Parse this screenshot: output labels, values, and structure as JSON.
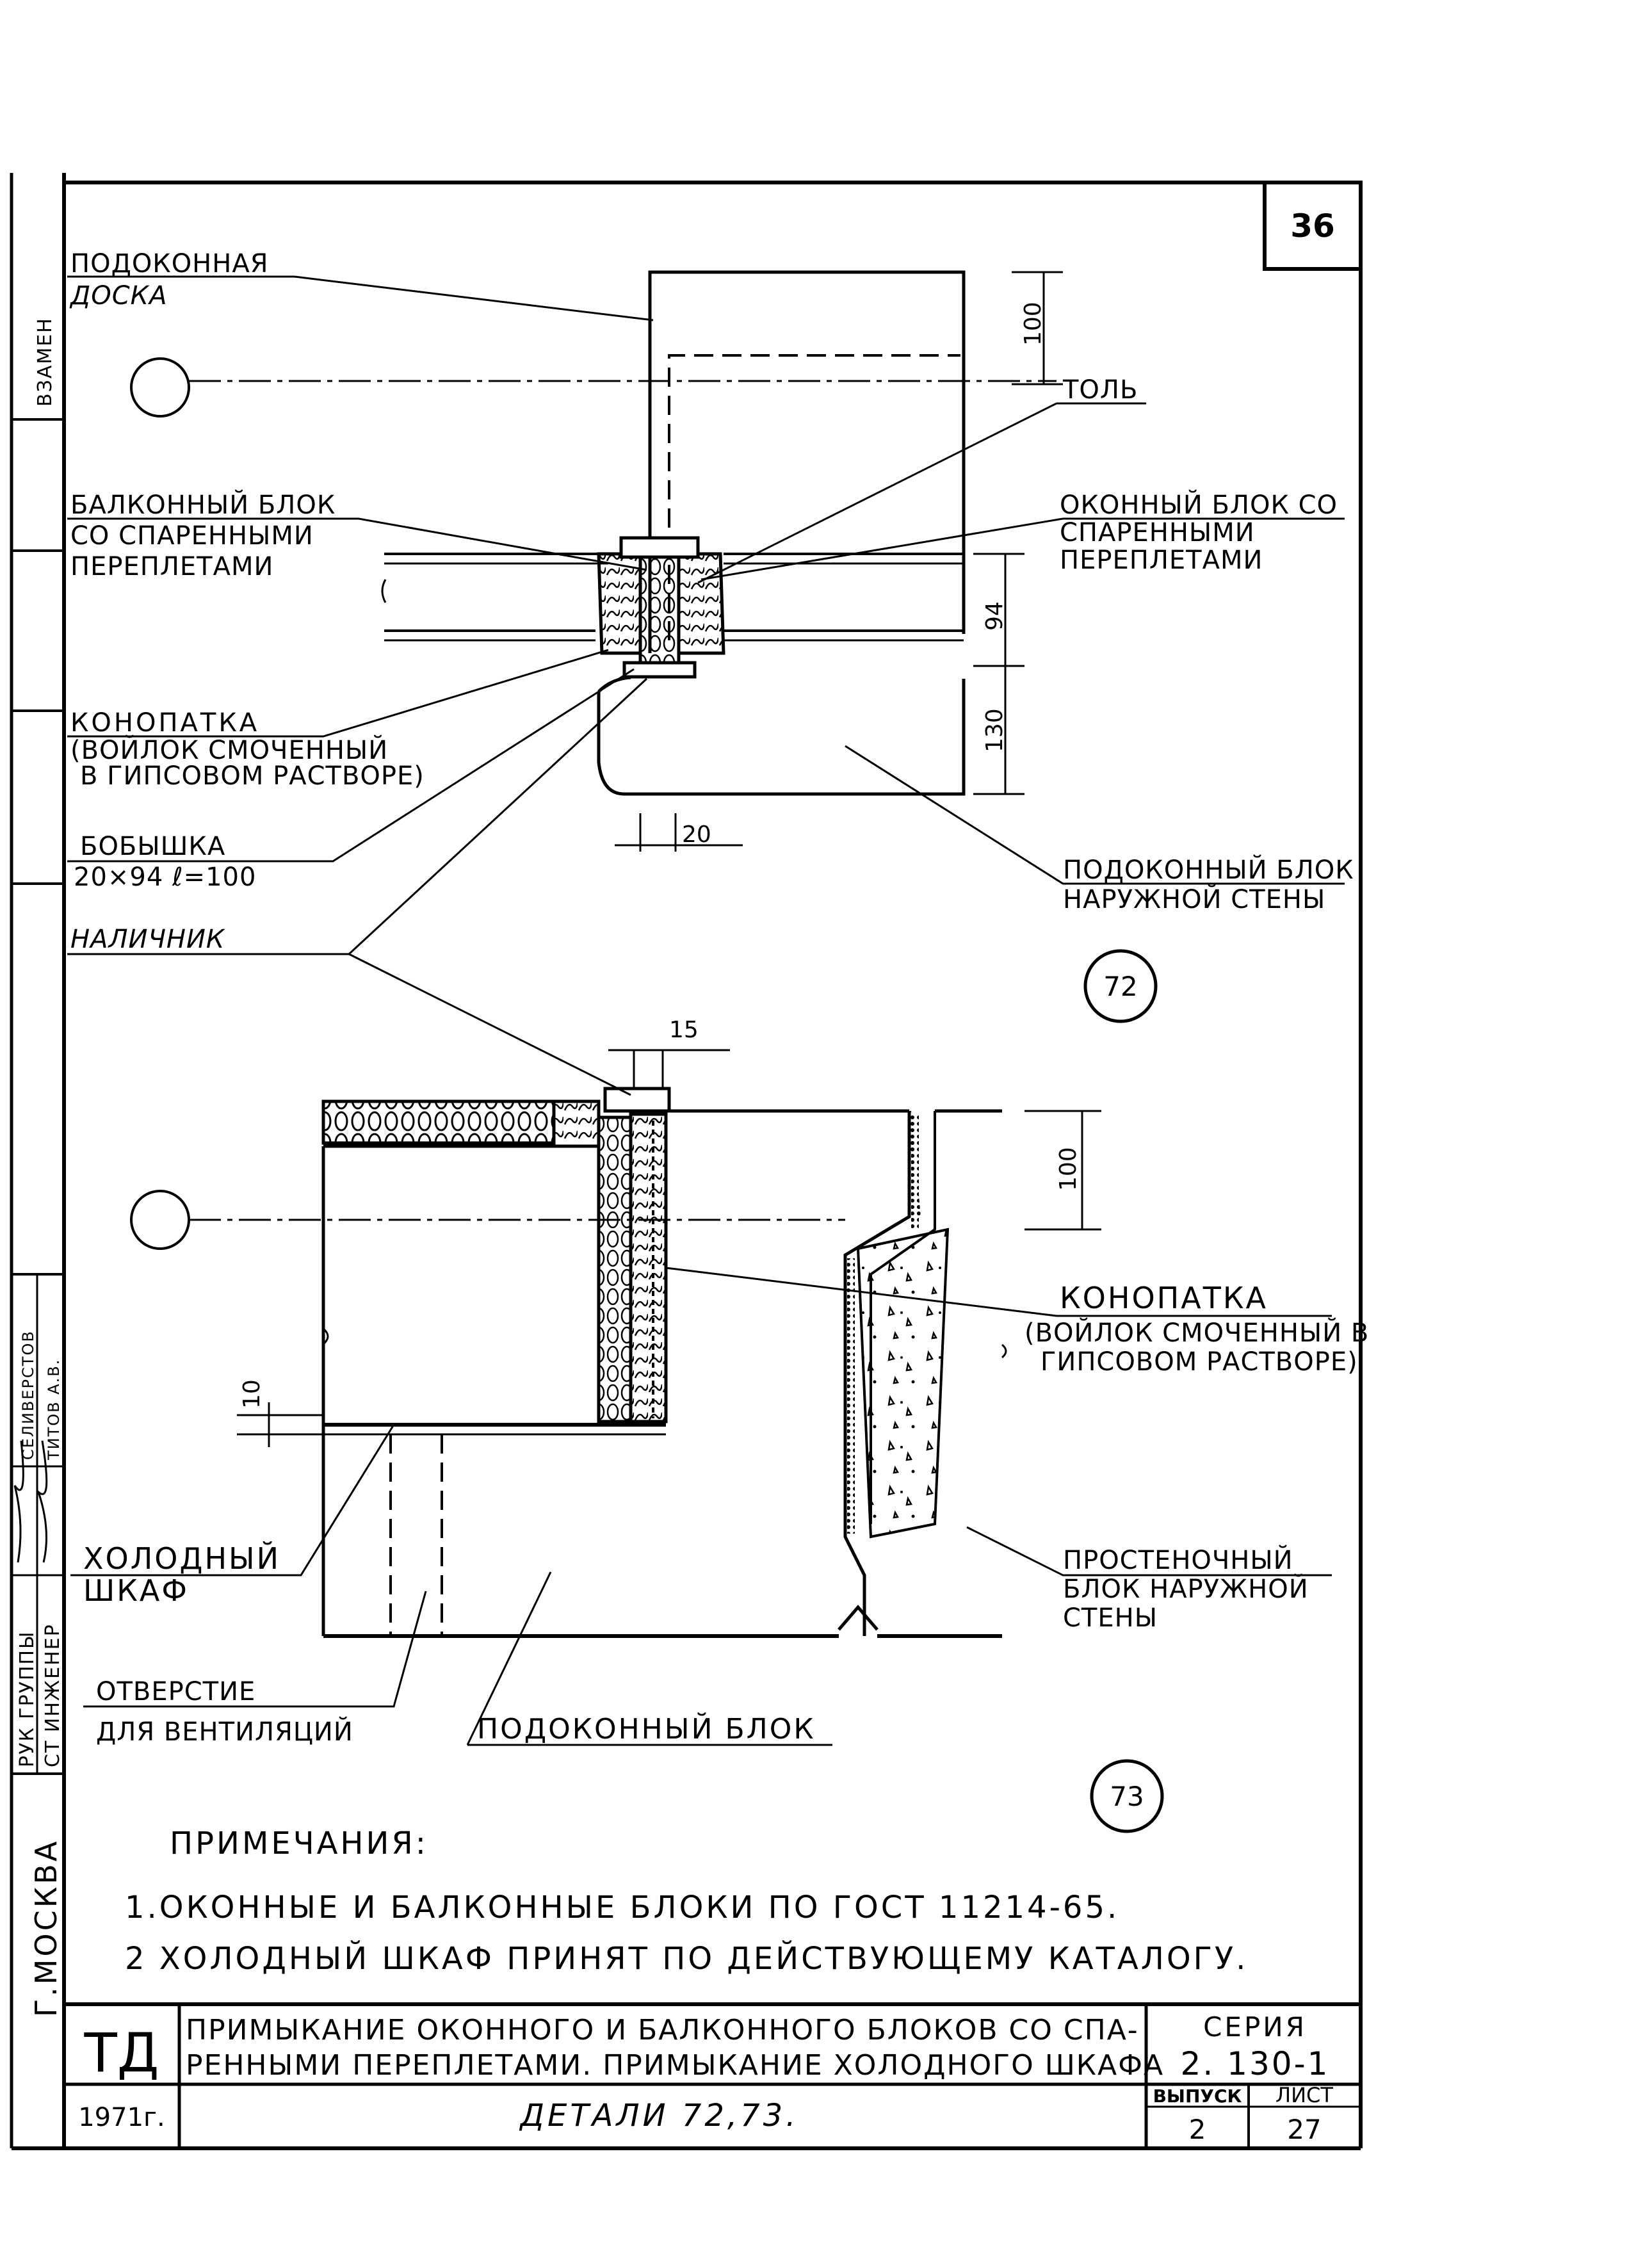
{
  "sheet": {
    "page_number": "36",
    "side_strip": {
      "vzamen": "ВЗАМЕН",
      "ruk_gruppy": "РУК ГРУППЫ",
      "st_inzhener": "СТ ИНЖЕНЕР",
      "name_1": "СЕЛИВЕРСТОВ",
      "name_2": "ТИТОВ А.В.",
      "city": "Г.МОСКВА"
    }
  },
  "detail72": {
    "marker": "72",
    "labels": {
      "podokonnaya_line1": "ПОДОКОННАЯ",
      "podokonnaya_line2": "ДОСКА",
      "tol": "ТОЛЬ",
      "balkonny_line1": "БАЛКОННЫЙ БЛОК",
      "balkonny_line2": "СО СПАРЕННЫМИ",
      "balkonny_line3": "ПЕРЕПЛЕТАМИ",
      "okonny_line1": "ОКОННЫЙ БЛОК СО",
      "okonny_line2": "СПАРЕННЫМИ",
      "okonny_line3": "ПЕРЕПЛЕТАМИ",
      "konopatka_line1": "КОНОПАТКА",
      "konopatka_line2": "(ВОЙЛОК СМОЧЕННЫЙ",
      "konopatka_line3": "В ГИПСОВОМ РАСТВОРЕ)",
      "bobyshka_line1": "БОБЫШКА",
      "bobyshka_line2": "20×94  ℓ=100",
      "nalichnik": "НАЛИЧНИК",
      "podokonny_blok_line1": "ПОДОКОННЫЙ БЛОК",
      "podokonny_blok_line2": "НАРУЖНОЙ СТЕНЫ"
    },
    "dimensions": {
      "d100": "100",
      "d94": "94",
      "d130": "130",
      "d20": "20"
    }
  },
  "detail73": {
    "marker": "73",
    "labels": {
      "konopatka_line1": "КОНОПАТКА",
      "konopatka_line2": "(ВОЙЛОК СМОЧЕННЫЙ В",
      "konopatka_line3": "ГИПСОВОМ РАСТВОРЕ)",
      "kholodny_line1": "ХОЛОДНЫЙ",
      "kholodny_line2": "ШКАФ",
      "prostenochny_line1": "ПРОСТЕНОЧНЫЙ",
      "prostenochny_line2": "БЛОК НАРУЖНОЙ",
      "prostenochny_line3": "СТЕНЫ",
      "otverstie_line1": "ОТВЕРСТИЕ",
      "otverstie_line2": "ДЛЯ ВЕНТИЛЯЦИЙ",
      "podokonny_blok": "ПОДОКОННЫЙ БЛОК"
    },
    "dimensions": {
      "d15": "15",
      "d100": "100",
      "d10": "10"
    }
  },
  "notes": {
    "title": "ПРИМЕЧАНИЯ:",
    "items": [
      "1.ОКОННЫЕ И БАЛКОННЫЕ БЛОКИ ПО ГОСТ  11214-65.",
      "2 ХОЛОДНЫЙ ШКАФ ПРИНЯТ ПО ДЕЙСТВУЮЩЕМУ КАТАЛОГУ."
    ]
  },
  "title_block": {
    "logo": "ТД",
    "title_line1": "ПРИМЫКАНИЕ ОКОННОГО И БАЛКОННОГО БЛОКОВ СО СПА-",
    "title_line2": "РЕННЫМИ ПЕРЕПЛЕТАМИ. ПРИМЫКАНИЕ ХОЛОДНОГО ШКАФА",
    "seriya_label": "СЕРИЯ",
    "seriya_value": "2. 130-1",
    "year": "1971г.",
    "details": "ДЕТАЛИ  72,73.",
    "vypusk_label": "ВЫПУСК",
    "vypusk_value": "2",
    "list_label": "ЛИСТ",
    "list_value": "27"
  }
}
